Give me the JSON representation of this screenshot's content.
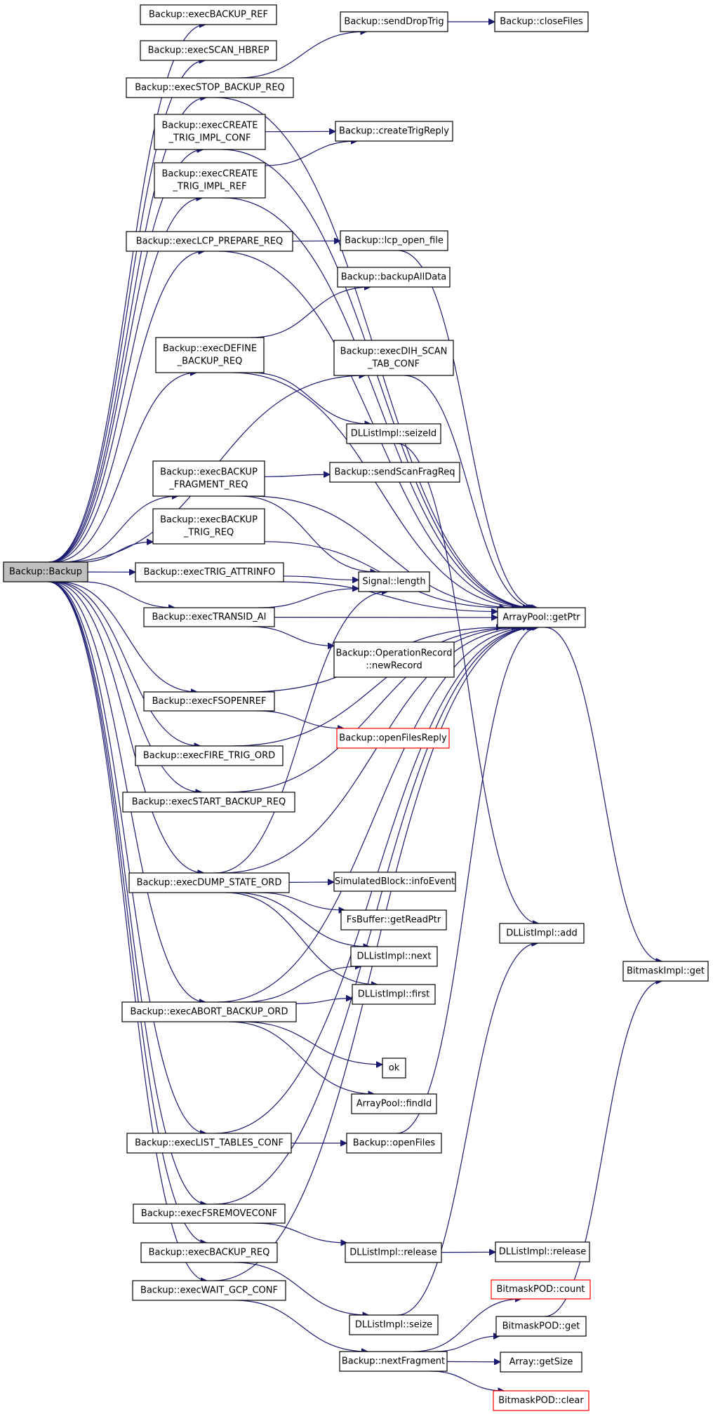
{
  "nodes": [
    {
      "id": "root",
      "lines": [
        "Backup::Backup"
      ],
      "root": true
    },
    {
      "id": "n_backup_ref",
      "lines": [
        "Backup::execBACKUP_REF"
      ]
    },
    {
      "id": "n_scan_hbrep",
      "lines": [
        "Backup::execSCAN_HBREP"
      ]
    },
    {
      "id": "n_stop_backup_req",
      "lines": [
        "Backup::execSTOP_BACKUP_REQ"
      ]
    },
    {
      "id": "n_create_trig_impl_conf",
      "lines": [
        "Backup::execCREATE",
        "_TRIG_IMPL_CONF"
      ]
    },
    {
      "id": "n_create_trig_impl_ref",
      "lines": [
        "Backup::execCREATE",
        "_TRIG_IMPL_REF"
      ]
    },
    {
      "id": "n_lcp_prepare_req",
      "lines": [
        "Backup::execLCP_PREPARE_REQ"
      ]
    },
    {
      "id": "n_define_backup_req",
      "lines": [
        "Backup::execDEFINE",
        "_BACKUP_REQ"
      ]
    },
    {
      "id": "n_backup_fragment_req",
      "lines": [
        "Backup::execBACKUP",
        "_FRAGMENT_REQ"
      ]
    },
    {
      "id": "n_backup_trig_req",
      "lines": [
        "Backup::execBACKUP",
        "_TRIG_REQ"
      ]
    },
    {
      "id": "n_trig_attrinfo",
      "lines": [
        "Backup::execTRIG_ATTRINFO"
      ]
    },
    {
      "id": "n_transid_ai",
      "lines": [
        "Backup::execTRANSID_AI"
      ]
    },
    {
      "id": "n_fsopenref",
      "lines": [
        "Backup::execFSOPENREF"
      ]
    },
    {
      "id": "n_fire_trig_ord",
      "lines": [
        "Backup::execFIRE_TRIG_ORD"
      ]
    },
    {
      "id": "n_start_backup_req",
      "lines": [
        "Backup::execSTART_BACKUP_REQ"
      ]
    },
    {
      "id": "n_dump_state_ord",
      "lines": [
        "Backup::execDUMP_STATE_ORD"
      ]
    },
    {
      "id": "n_abort_backup_ord",
      "lines": [
        "Backup::execABORT_BACKUP_ORD"
      ]
    },
    {
      "id": "n_list_tables_conf",
      "lines": [
        "Backup::execLIST_TABLES_CONF"
      ]
    },
    {
      "id": "n_fsremoveconf",
      "lines": [
        "Backup::execFSREMOVECONF"
      ]
    },
    {
      "id": "n_backup_req",
      "lines": [
        "Backup::execBACKUP_REQ"
      ]
    },
    {
      "id": "n_wait_gcp_conf",
      "lines": [
        "Backup::execWAIT_GCP_CONF"
      ]
    },
    {
      "id": "n_send_drop_trig",
      "lines": [
        "Backup::sendDropTrig"
      ]
    },
    {
      "id": "n_close_files",
      "lines": [
        "Backup::closeFiles"
      ]
    },
    {
      "id": "n_create_trig_reply",
      "lines": [
        "Backup::createTrigReply"
      ]
    },
    {
      "id": "n_lcp_open_file",
      "lines": [
        "Backup::lcp_open_file"
      ]
    },
    {
      "id": "n_backup_all_data",
      "lines": [
        "Backup::backupAllData"
      ]
    },
    {
      "id": "n_dih_scan_tab_conf",
      "lines": [
        "Backup::execDIH_SCAN",
        "_TAB_CONF"
      ]
    },
    {
      "id": "n_dl_seizeid",
      "lines": [
        "DLListImpl::seizeId"
      ]
    },
    {
      "id": "n_send_scan_frag_req",
      "lines": [
        "Backup::sendScanFragReq"
      ]
    },
    {
      "id": "n_signal_length",
      "lines": [
        "Signal::length"
      ]
    },
    {
      "id": "n_arraypool_getptr",
      "lines": [
        "ArrayPool::getPtr"
      ]
    },
    {
      "id": "n_operation_record",
      "lines": [
        "Backup::OperationRecord",
        "::newRecord"
      ]
    },
    {
      "id": "n_open_files_reply",
      "lines": [
        "Backup::openFilesReply"
      ],
      "truncated": true
    },
    {
      "id": "n_simblock_infoevent",
      "lines": [
        "SimulatedBlock::infoEvent"
      ]
    },
    {
      "id": "n_fsbuffer_getreadptr",
      "lines": [
        "FsBuffer::getReadPtr"
      ]
    },
    {
      "id": "n_dl_add",
      "lines": [
        "DLListImpl::add"
      ]
    },
    {
      "id": "n_dl_next",
      "lines": [
        "DLListImpl::next"
      ]
    },
    {
      "id": "n_dl_first",
      "lines": [
        "DLListImpl::first"
      ]
    },
    {
      "id": "n_bitmaskimpl_get",
      "lines": [
        "BitmaskImpl::get"
      ]
    },
    {
      "id": "n_ok",
      "lines": [
        "ok"
      ]
    },
    {
      "id": "n_arraypool_findid",
      "lines": [
        "ArrayPool::findId"
      ]
    },
    {
      "id": "n_open_files",
      "lines": [
        "Backup::openFiles"
      ]
    },
    {
      "id": "n_dl_release1",
      "lines": [
        "DLListImpl::release"
      ]
    },
    {
      "id": "n_dl_release2",
      "lines": [
        "DLListImpl::release"
      ]
    },
    {
      "id": "n_bitmaskpod_count",
      "lines": [
        "BitmaskPOD::count"
      ],
      "truncated": true
    },
    {
      "id": "n_dl_seize",
      "lines": [
        "DLListImpl::seize"
      ]
    },
    {
      "id": "n_bitmaskpod_get",
      "lines": [
        "BitmaskPOD::get"
      ]
    },
    {
      "id": "n_next_fragment",
      "lines": [
        "Backup::nextFragment"
      ]
    },
    {
      "id": "n_array_getsize",
      "lines": [
        "Array::getSize"
      ]
    },
    {
      "id": "n_bitmaskpod_clear",
      "lines": [
        "BitmaskPOD::clear"
      ],
      "truncated": true
    }
  ],
  "edges": [
    [
      "root",
      "n_backup_ref"
    ],
    [
      "root",
      "n_scan_hbrep"
    ],
    [
      "root",
      "n_stop_backup_req"
    ],
    [
      "root",
      "n_create_trig_impl_conf"
    ],
    [
      "root",
      "n_create_trig_impl_ref"
    ],
    [
      "root",
      "n_lcp_prepare_req"
    ],
    [
      "root",
      "n_define_backup_req"
    ],
    [
      "root",
      "n_dih_scan_tab_conf"
    ],
    [
      "root",
      "n_backup_fragment_req"
    ],
    [
      "root",
      "n_backup_trig_req"
    ],
    [
      "root",
      "n_trig_attrinfo"
    ],
    [
      "root",
      "n_transid_ai"
    ],
    [
      "root",
      "n_fsopenref"
    ],
    [
      "root",
      "n_fire_trig_ord"
    ],
    [
      "root",
      "n_start_backup_req"
    ],
    [
      "root",
      "n_dump_state_ord"
    ],
    [
      "root",
      "n_abort_backup_ord"
    ],
    [
      "root",
      "n_list_tables_conf"
    ],
    [
      "root",
      "n_fsremoveconf"
    ],
    [
      "root",
      "n_backup_req"
    ],
    [
      "root",
      "n_wait_gcp_conf"
    ],
    [
      "n_stop_backup_req",
      "n_send_drop_trig"
    ],
    [
      "n_send_drop_trig",
      "n_close_files"
    ],
    [
      "n_stop_backup_req",
      "n_arraypool_getptr"
    ],
    [
      "n_create_trig_impl_conf",
      "n_create_trig_reply"
    ],
    [
      "n_create_trig_impl_conf",
      "n_arraypool_getptr"
    ],
    [
      "n_create_trig_impl_ref",
      "n_create_trig_reply"
    ],
    [
      "n_create_trig_impl_ref",
      "n_arraypool_getptr"
    ],
    [
      "n_lcp_prepare_req",
      "n_lcp_open_file"
    ],
    [
      "n_lcp_prepare_req",
      "n_arraypool_getptr"
    ],
    [
      "n_lcp_open_file",
      "n_arraypool_getptr"
    ],
    [
      "n_define_backup_req",
      "n_backup_all_data"
    ],
    [
      "n_define_backup_req",
      "n_arraypool_getptr"
    ],
    [
      "n_define_backup_req",
      "n_dl_seizeid"
    ],
    [
      "n_dih_scan_tab_conf",
      "n_arraypool_getptr"
    ],
    [
      "n_dl_seizeid",
      "n_dl_add"
    ],
    [
      "n_backup_fragment_req",
      "n_arraypool_getptr"
    ],
    [
      "n_backup_fragment_req",
      "n_send_scan_frag_req"
    ],
    [
      "n_backup_fragment_req",
      "n_signal_length"
    ],
    [
      "n_backup_trig_req",
      "n_arraypool_getptr"
    ],
    [
      "n_trig_attrinfo",
      "n_arraypool_getptr"
    ],
    [
      "n_trig_attrinfo",
      "n_signal_length"
    ],
    [
      "n_transid_ai",
      "n_signal_length"
    ],
    [
      "n_transid_ai",
      "n_arraypool_getptr"
    ],
    [
      "n_transid_ai",
      "n_operation_record"
    ],
    [
      "n_fsopenref",
      "n_arraypool_getptr"
    ],
    [
      "n_fsopenref",
      "n_open_files_reply"
    ],
    [
      "n_fire_trig_ord",
      "n_arraypool_getptr"
    ],
    [
      "n_start_backup_req",
      "n_arraypool_getptr"
    ],
    [
      "n_dump_state_ord",
      "n_signal_length"
    ],
    [
      "n_dump_state_ord",
      "n_arraypool_getptr"
    ],
    [
      "n_dump_state_ord",
      "n_simblock_infoevent"
    ],
    [
      "n_dump_state_ord",
      "n_fsbuffer_getreadptr"
    ],
    [
      "n_dump_state_ord",
      "n_dl_next"
    ],
    [
      "n_dump_state_ord",
      "n_dl_first"
    ],
    [
      "n_abort_backup_ord",
      "n_dl_next"
    ],
    [
      "n_abort_backup_ord",
      "n_dl_first"
    ],
    [
      "n_abort_backup_ord",
      "n_arraypool_getptr"
    ],
    [
      "n_abort_backup_ord",
      "n_ok"
    ],
    [
      "n_abort_backup_ord",
      "n_arraypool_findid"
    ],
    [
      "n_list_tables_conf",
      "n_open_files"
    ],
    [
      "n_list_tables_conf",
      "n_arraypool_getptr"
    ],
    [
      "n_open_files",
      "n_arraypool_getptr"
    ],
    [
      "n_fsremoveconf",
      "n_arraypool_getptr"
    ],
    [
      "n_fsremoveconf",
      "n_dl_release1"
    ],
    [
      "n_dl_release1",
      "n_dl_release2"
    ],
    [
      "n_backup_req",
      "n_dl_seize"
    ],
    [
      "n_dl_seize",
      "n_dl_add"
    ],
    [
      "n_wait_gcp_conf",
      "n_arraypool_getptr"
    ],
    [
      "n_wait_gcp_conf",
      "n_next_fragment"
    ],
    [
      "n_next_fragment",
      "n_bitmaskpod_count"
    ],
    [
      "n_next_fragment",
      "n_bitmaskpod_get"
    ],
    [
      "n_next_fragment",
      "n_array_getsize"
    ],
    [
      "n_next_fragment",
      "n_bitmaskpod_clear"
    ],
    [
      "n_bitmaskpod_get",
      "n_bitmaskimpl_get"
    ],
    [
      "n_arraypool_getptr",
      "n_bitmaskimpl_get"
    ]
  ]
}
